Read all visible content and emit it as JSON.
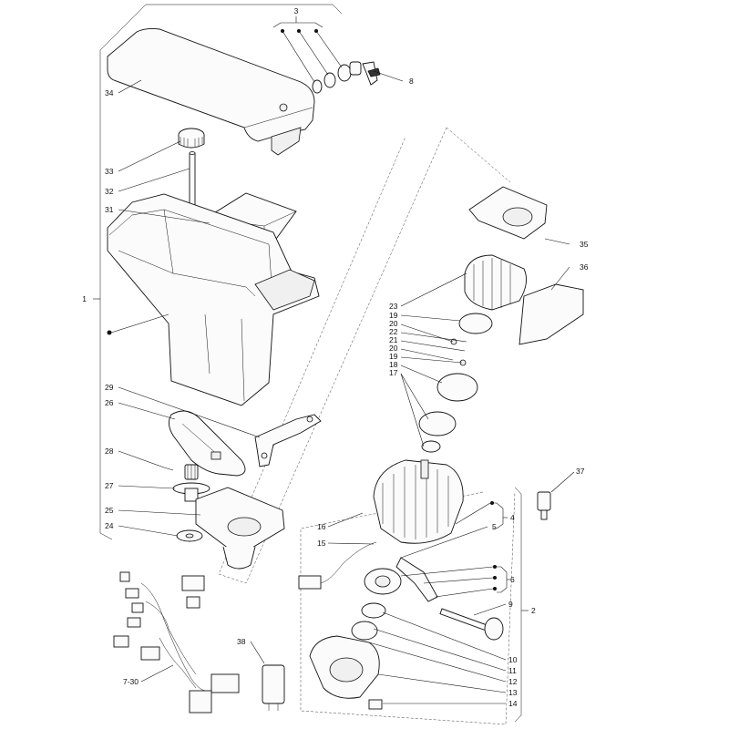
{
  "labels": {
    "l1": "1",
    "l2": "2",
    "l3": "3",
    "l4": "4",
    "l5": "5",
    "l6": "6",
    "l7_30": "7-30",
    "l8": "8",
    "l9": "9",
    "l10": "10",
    "l11": "11",
    "l12": "12",
    "l13": "13",
    "l14": "14",
    "l15": "15",
    "l16": "16",
    "l17": "17",
    "l18": "18",
    "l19a": "19",
    "l19b": "19",
    "l20a": "20",
    "l20b": "20",
    "l21": "21",
    "l22": "22",
    "l23": "23",
    "l24": "24",
    "l25": "25",
    "l26": "26",
    "l27": "27",
    "l28": "28",
    "l29": "29",
    "l31": "31",
    "l32": "32",
    "l33": "33",
    "l34": "34",
    "l35": "35",
    "l36": "36",
    "l37": "37",
    "l38": "38"
  },
  "colors": {
    "line": "#111111",
    "background": "#ffffff"
  }
}
